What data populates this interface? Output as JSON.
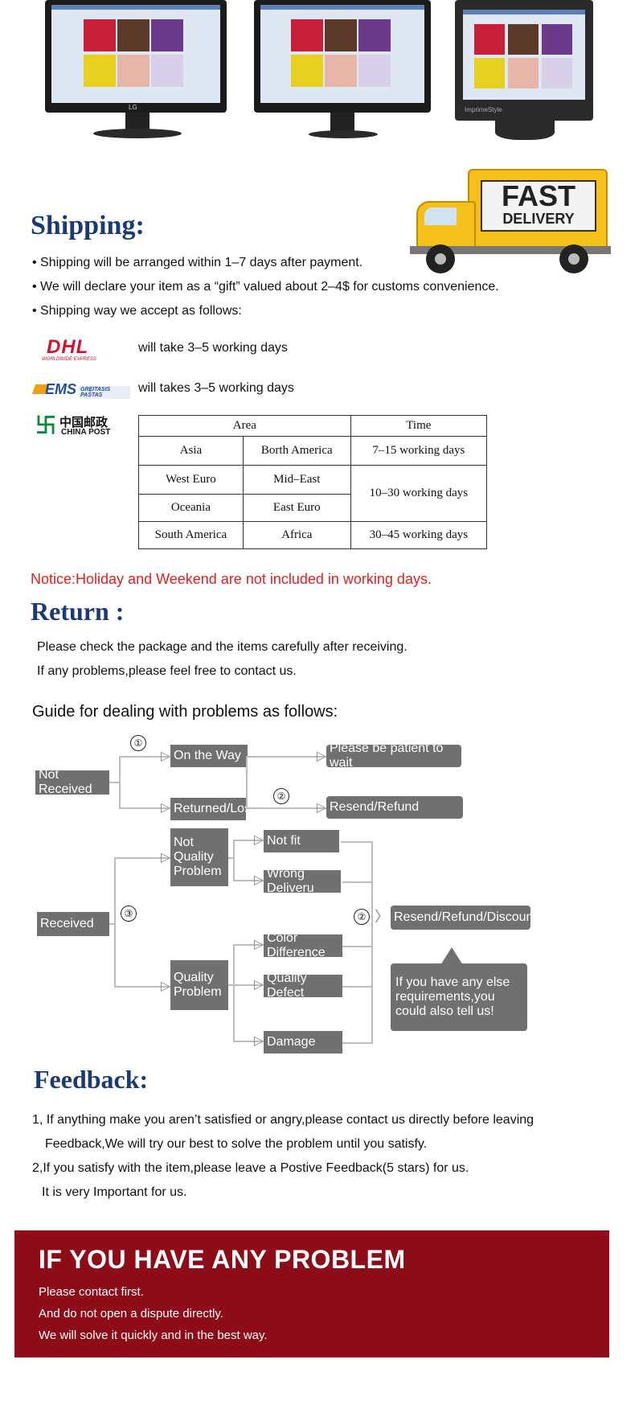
{
  "monitors": {
    "brand_labels": [
      "LG",
      "",
      "ImprimeStyle"
    ]
  },
  "truck": {
    "line1": "FAST",
    "line2": "DELIVERY"
  },
  "shipping": {
    "title": "Shipping:",
    "bullets": [
      "• Shipping will be arranged within 1–7 days after payment.",
      "• We will declare your item as a “gift” valued about 2–4$ for customs convenience.",
      "• Shipping way we accept as follows:"
    ],
    "carriers": {
      "dhl": {
        "logo": "DHL",
        "sub": "WORLDWIDE EXPRESS",
        "text": "will take 3–5 working days"
      },
      "ems": {
        "logo": "EMS",
        "sub": "GREITASIS PAŠTAS",
        "text": "will takes 3–5 working days"
      },
      "chinapost": {
        "cn": "中国邮政",
        "en": "CHINA POST"
      }
    },
    "table": {
      "head_area": "Area",
      "head_time": "Time",
      "rows": [
        [
          "Asia",
          "Borth America",
          "7–15 working days"
        ],
        [
          "West Euro",
          "Mid–East",
          "10–30 working days"
        ],
        [
          "Oceania",
          "East Euro",
          ""
        ],
        [
          "South America",
          "Africa",
          "30–45 working days"
        ]
      ]
    },
    "notice": "Notice:Holiday and Weekend are not included in working days."
  },
  "return": {
    "title": "Return :",
    "lines": [
      "Please check the package and the items carefully after receiving.",
      "If any problems,please feel free to contact us."
    ],
    "guide": "Guide for dealing with problems as follows:"
  },
  "flow": {
    "not_received": "Not Received",
    "on_the_way": "On the Way",
    "returned_lost": "Returned/Lost",
    "patient": "Please be patient to wait",
    "resend_refund": "Resend/Refund",
    "received": "Received",
    "not_quality_problem": "Not Quality Problem",
    "quality_problem": "Quality Problem",
    "not_fit": "Not fit",
    "wrong_delivery": "Wrong Deliveru",
    "color_difference": "Color Difference",
    "quality_defect": "Quality Defect",
    "damage": "Damage",
    "resend_refund_discount": "Resend/Refund/Discount",
    "else_note": "If you have any else requirements,you could also tell us!",
    "mark1": "①",
    "mark2": "②",
    "mark3": "③"
  },
  "feedback": {
    "title": "Feedback:",
    "lines": [
      "1, If anything make you aren’t satisfied or angry,please contact us directly before leaving",
      "Feedback,We will try our best to solve the problem until you satisfy.",
      "2,If you satisfy with the item,please leave a Postive Feedback(5 stars) for us.",
      "It is very Important for us."
    ]
  },
  "banner": {
    "title": "IF YOU HAVE ANY PROBLEM",
    "lines": [
      "Please contact first.",
      "And do not open a dispute directly.",
      "We will solve it quickly and in the best way."
    ]
  },
  "colors": {
    "heading": "#1a3a73",
    "notice": "#e02020",
    "node": "#707070",
    "banner": "#8e0c18",
    "truck": "#f6c01a"
  }
}
